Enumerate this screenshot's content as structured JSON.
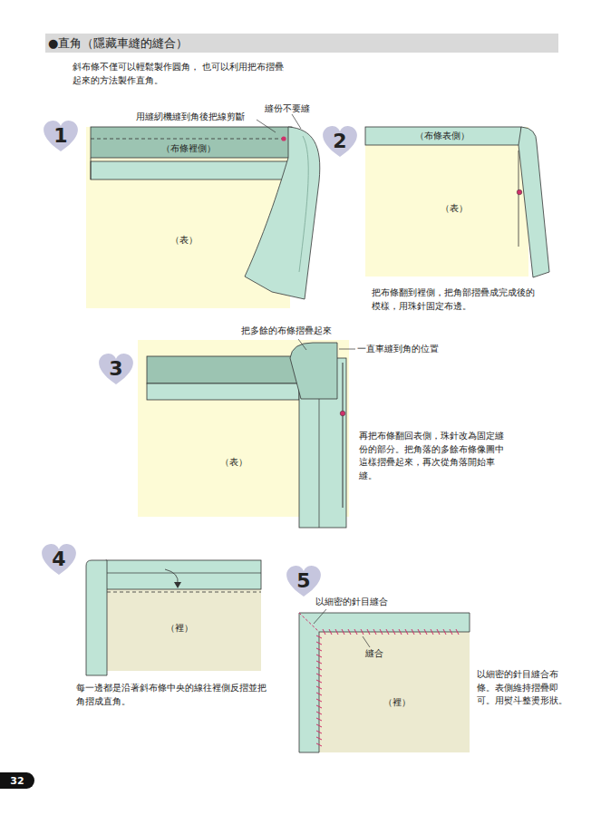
{
  "diagram": {
    "title": "●直角（隱藏車縫的縫合）",
    "nodes": [
      {
        "text": [
          "1"
        ]
      },
      {
        "text": [
          "2"
        ]
      },
      {
        "text": [
          "3"
        ]
      },
      {
        "text": [
          "4"
        ]
      },
      {
        "text": [
          "5"
        ]
      },
      {
        "text": [
          "32"
        ]
      }
    ],
    "labels": [
      "斜布條不僅可以輕鬆製作圓角， 也可以利用把布摺疊起來的方法製作直角。",
      "用縫紉機縫到角後把線剪斷",
      "縫份不要縫",
      "（布條裡側）",
      "（表）",
      "（布條表側）",
      "（表）",
      "把布條翻到裡側，把角部摺疊成完成後的模樣，用珠針固定布邊。",
      "把多餘的布條摺疊起來",
      "一直車縫到角的位置",
      "（表）",
      "再把布條翻回表側，珠針改為固定縫份的部分。把角落的多餘布條像圖中這樣摺疊起來，再次從角落開始車縫。",
      "（裡）",
      "每一邊都是沿著斜布條中央的線往裡側反摺並把角摺成直角。",
      "以細密的針目縫合",
      "縫合",
      "（裡）",
      "以細密的針目縫合布條。表側維持摺疊即可。用熨斗整燙形狀。"
    ]
  }
}
